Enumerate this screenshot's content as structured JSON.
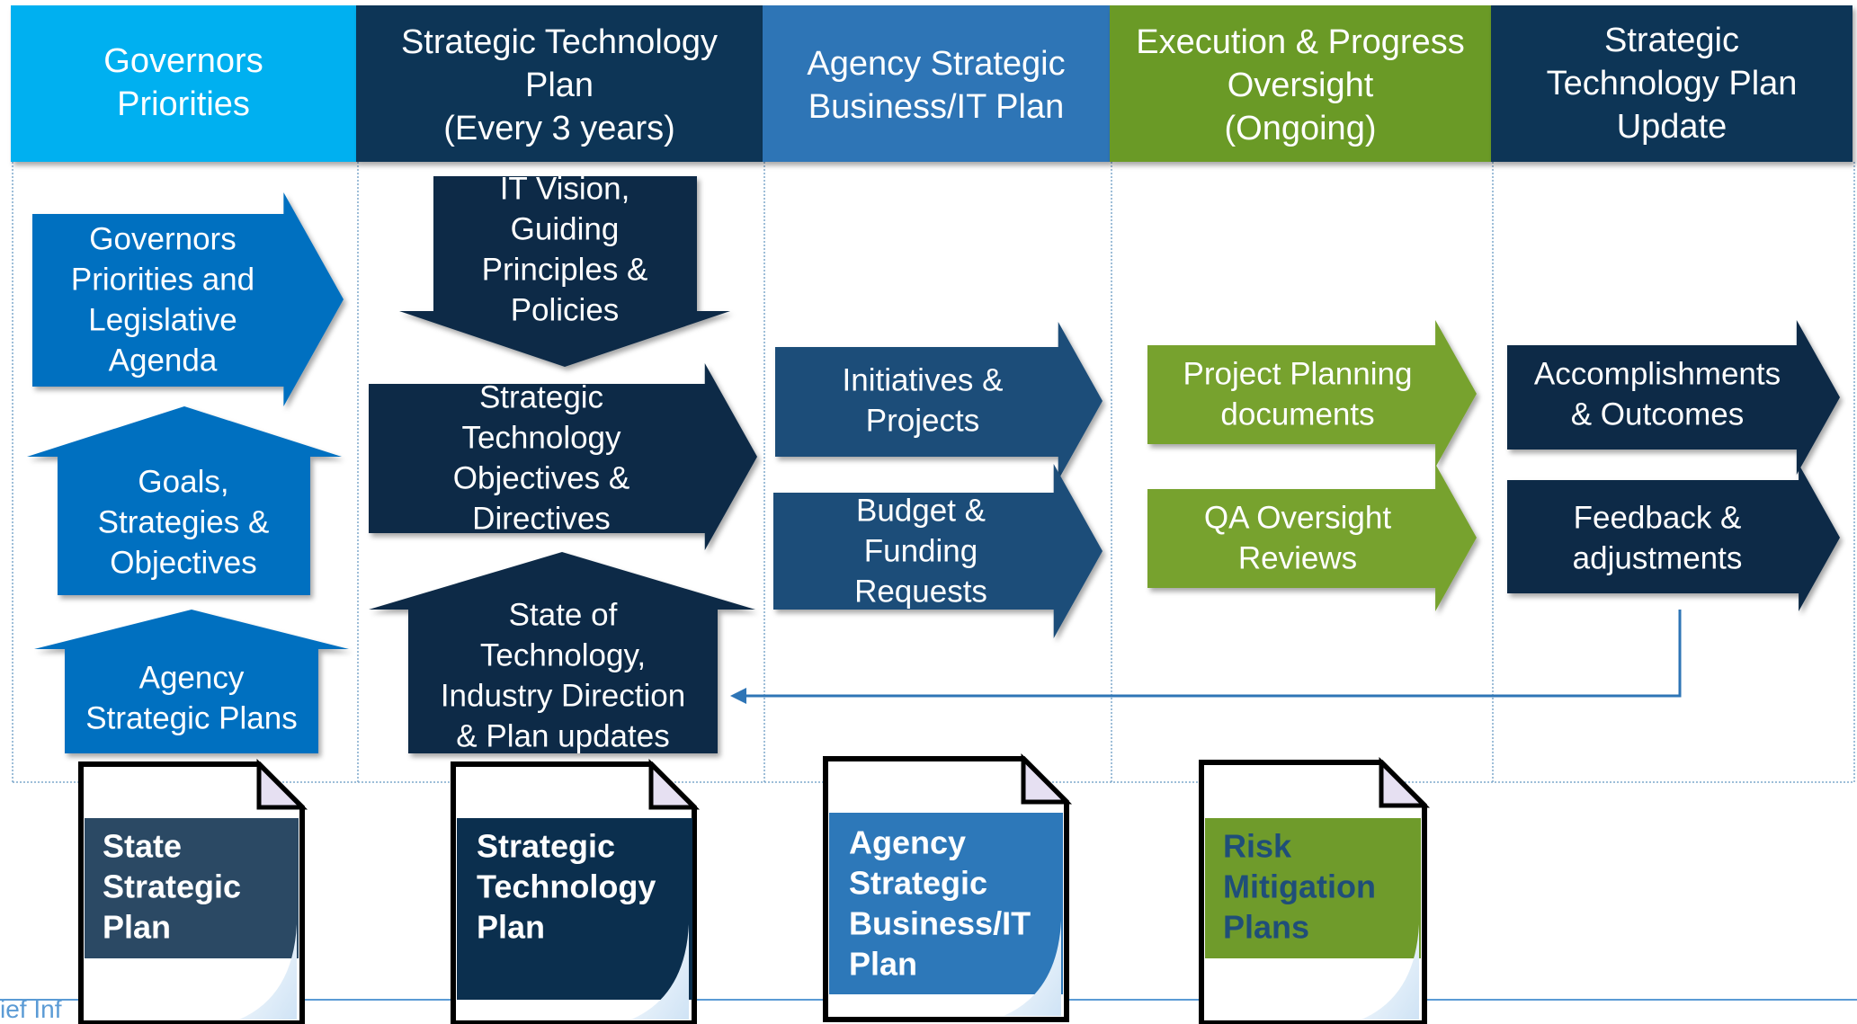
{
  "colors": {
    "light_blue": "#00b0f0",
    "dark_navy": "#0d3556",
    "mid_blue": "#2e75b6",
    "green": "#6b9a28",
    "royal_blue": "#0070c0",
    "arrow_navy": "#0c2a47",
    "steel_blue": "#1f4e79",
    "light_green": "#77a22e",
    "doc_slate": "#2b4964",
    "doc_navy": "#0b2f4e",
    "doc_blue": "#2d78b9",
    "doc_green": "#6f9b2b",
    "risk_text": "#1f4e79"
  },
  "columns": [
    {
      "lines": [
        "Governors",
        "Priorities"
      ]
    },
    {
      "lines": [
        "Strategic Technology",
        "Plan",
        "(Every 3 years)"
      ]
    },
    {
      "lines": [
        "Agency Strategic",
        "Business/IT Plan"
      ]
    },
    {
      "lines": [
        "Execution & Progress",
        "Oversight",
        "(Ongoing)"
      ]
    },
    {
      "lines": [
        "Strategic",
        "Technology Plan",
        "Update"
      ]
    }
  ],
  "shapes": {
    "governors_agenda": [
      "Governors",
      "Priorities and",
      "Legislative",
      "Agenda"
    ],
    "goals": [
      "Goals,",
      "Strategies &",
      "Objectives"
    ],
    "agency_plans": [
      "Agency",
      "Strategic Plans"
    ],
    "it_vision": [
      "IT Vision,",
      "Guiding",
      "Principles &",
      "Policies"
    ],
    "objectives": [
      "Strategic",
      "Technology",
      "Objectives &",
      "Directives"
    ],
    "state_of_tech": [
      "State of",
      "Technology,",
      "Industry Direction",
      "& Plan updates"
    ],
    "initiatives": [
      "Initiatives &",
      "Projects"
    ],
    "budget": [
      "Budget &",
      "Funding",
      "Requests"
    ],
    "project_planning": [
      "Project Planning",
      "documents"
    ],
    "qa_oversight": [
      "QA Oversight",
      "Reviews"
    ],
    "accomplishments": [
      "Accomplishments",
      "& Outcomes"
    ],
    "feedback": [
      "Feedback &",
      "adjustments"
    ]
  },
  "documents": [
    {
      "lines": [
        "State",
        "Strategic",
        "Plan"
      ]
    },
    {
      "lines": [
        "Strategic",
        "Technology",
        "Plan"
      ]
    },
    {
      "lines": [
        "Agency",
        "Strategic",
        "Business/IT",
        "Plan"
      ]
    },
    {
      "lines": [
        "Risk",
        "Mitigation",
        "Plans"
      ]
    }
  ],
  "footer": {
    "text": "ief Inf"
  }
}
